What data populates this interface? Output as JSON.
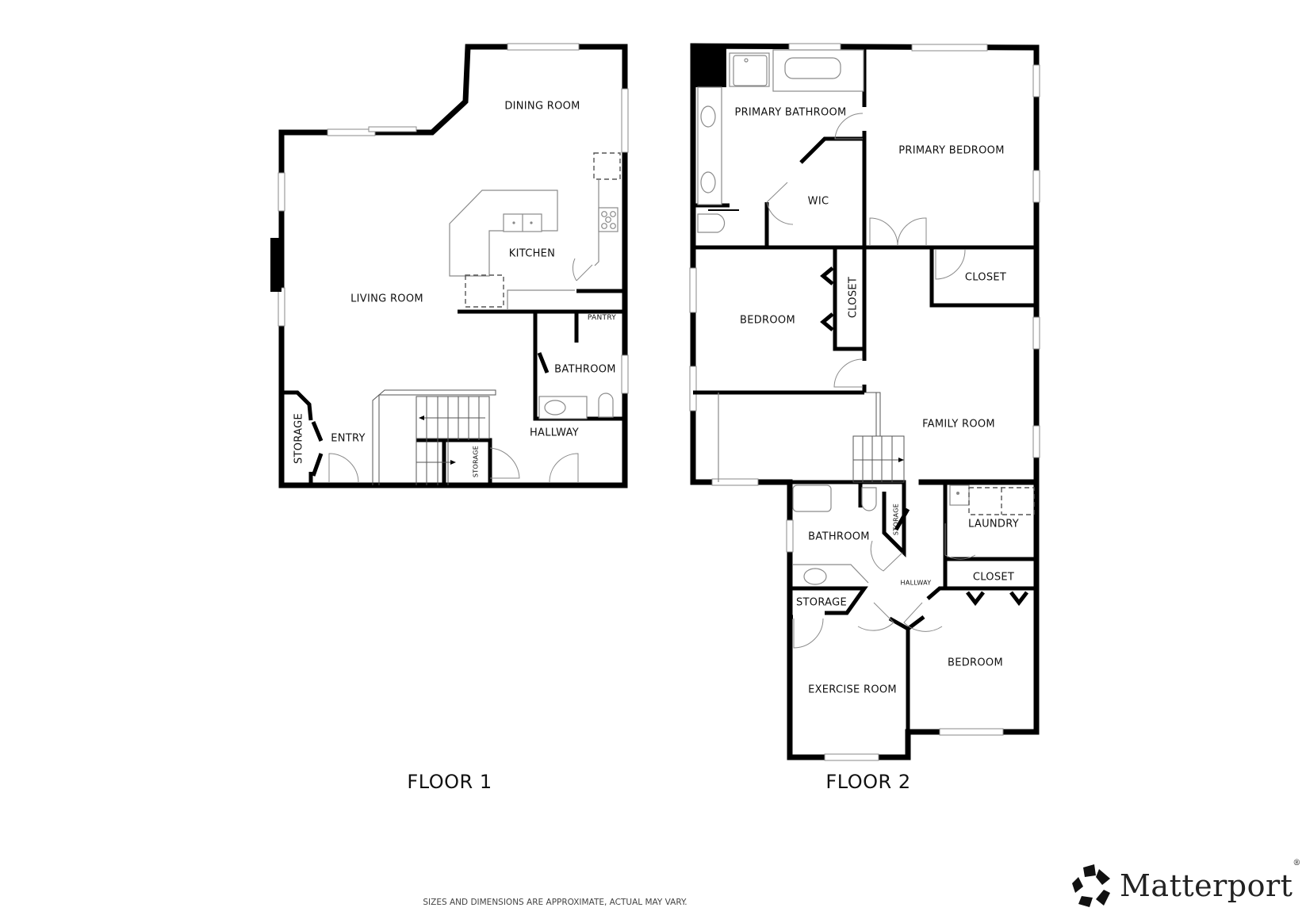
{
  "floor1": {
    "title": "FLOOR 1",
    "rooms": {
      "dining_room": "DINING ROOM",
      "kitchen": "KITCHEN",
      "living_room": "LIVING ROOM",
      "pantry": "PANTRY",
      "bathroom": "BATHROOM",
      "hallway": "HALLWAY",
      "entry": "ENTRY",
      "storage_left": "STORAGE",
      "storage_stairs": "STORAGE"
    }
  },
  "floor2": {
    "title": "FLOOR 2",
    "rooms": {
      "primary_bathroom": "PRIMARY BATHROOM",
      "primary_bedroom": "PRIMARY BEDROOM",
      "wic": "WIC",
      "bedroom_west": "BEDROOM",
      "closet_bedroom": "CLOSET",
      "closet_family": "CLOSET",
      "family_room": "FAMILY ROOM",
      "bathroom": "BATHROOM",
      "storage_hall": "STORAGE",
      "laundry": "LAUNDRY",
      "hallway": "HALLWAY",
      "closet_bedroom_east": "CLOSET",
      "storage_exercise": "STORAGE",
      "exercise_room": "EXERCISE ROOM",
      "bedroom_east": "BEDROOM"
    }
  },
  "footer": {
    "disclaimer": "SIZES AND DIMENSIONS ARE APPROXIMATE, ACTUAL MAY VARY."
  },
  "brand": {
    "name": "Matterport",
    "registered": "®",
    "logo_icon": "matterport-pentagon-icon"
  },
  "colors": {
    "wall": "#000000",
    "fixture_line": "#888888",
    "background": "#ffffff"
  }
}
